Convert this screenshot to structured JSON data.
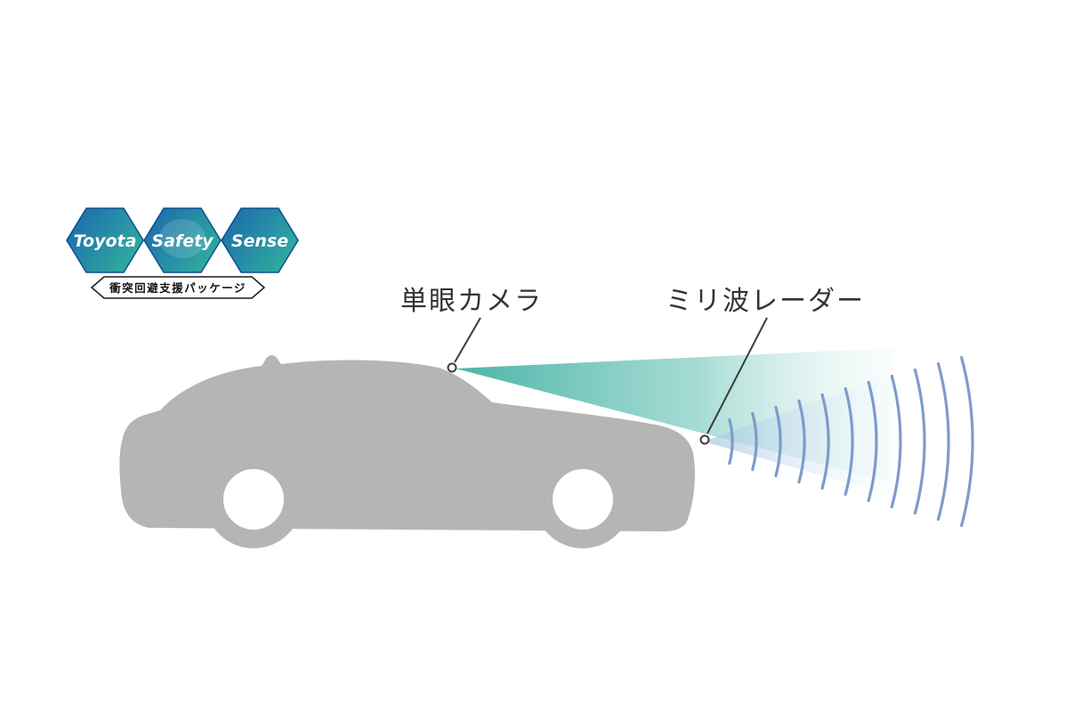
{
  "page": {
    "background": "#ffffff"
  },
  "logo": {
    "words": [
      "Toyota",
      "Safety",
      "Sense"
    ],
    "banner": "衝突回避支援パッケージ"
  },
  "labels": {
    "camera": "単眼カメラ",
    "radar": "ミリ波レーダー"
  },
  "colors": {
    "car_body": "#b4b5b5",
    "wheel_inner": "#ffffff",
    "camera_cone_start": "#41b0a3",
    "camera_cone_mid": "#8fd2c9",
    "camera_cone_end": "#e9f7f5",
    "radar_cone_start": "#a3c6e2",
    "radar_cone_end": "#edf5fb",
    "radar_arc": "#7e9bcb",
    "leader": "#3c3c3c",
    "label_text": "#333333",
    "logo_blue": "#1b65af",
    "logo_teal": "#2fab9f",
    "logo_edge": "#0d4f8f",
    "banner_bg": "#ffffff",
    "banner_border": "#1a1a1a",
    "banner_text": "#111111"
  }
}
